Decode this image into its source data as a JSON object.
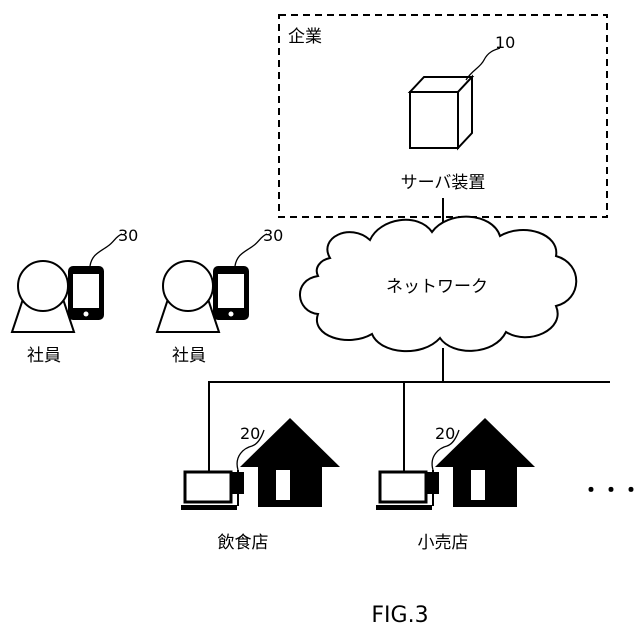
{
  "enterprise": {
    "label": "企業",
    "server_ref": "10",
    "server_label": "サーバ装置"
  },
  "network": {
    "label": "ネットワーク"
  },
  "employees": [
    {
      "label": "社員",
      "device_ref": "30"
    },
    {
      "label": "社員",
      "device_ref": "30"
    }
  ],
  "stores": [
    {
      "label": "飲食店",
      "terminal_ref": "20"
    },
    {
      "label": "小売店",
      "terminal_ref": "20"
    }
  ],
  "ellipsis": "・・・",
  "figure_label": "FIG.3"
}
